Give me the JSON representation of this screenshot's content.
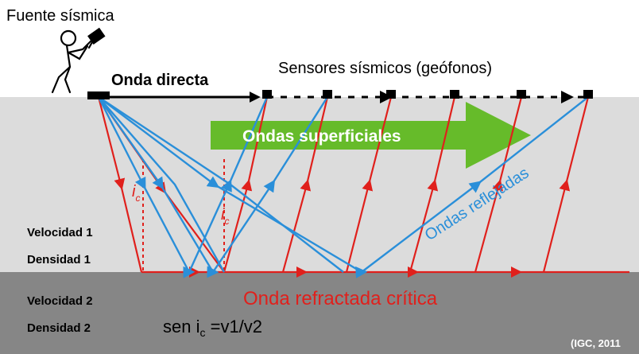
{
  "title": "Fuente sísmica",
  "labels": {
    "direct_wave": "Onda directa",
    "sensors": "Sensores sísmicos (geófonos)",
    "surface_waves": "Ondas superficiales",
    "reflected_waves": "Ondas reflejadas",
    "critical_angle_symbol": "i",
    "critical_angle_subscript": "c",
    "velocity_1": "Velocidad 1",
    "density_1": "Densidad 1",
    "velocity_2": "Velocidad 2",
    "density_2": "Densidad 2",
    "refracted_wave": "Onda refractada crítica",
    "snell_formula_prefix": "sen i",
    "snell_formula_subscript": "c",
    "snell_formula_suffix": " =v1/v2",
    "credit": "(IGC, 2011"
  },
  "colors": {
    "background": "#ffffff",
    "layer_1": "#dcdcdc",
    "layer_2": "#868686",
    "refracted_ray": "#e0201c",
    "reflected_ray": "#2a8fd9",
    "surface_arrow": "#66bb2a",
    "text": "#000000",
    "credit_text": "#ffffff"
  }
}
